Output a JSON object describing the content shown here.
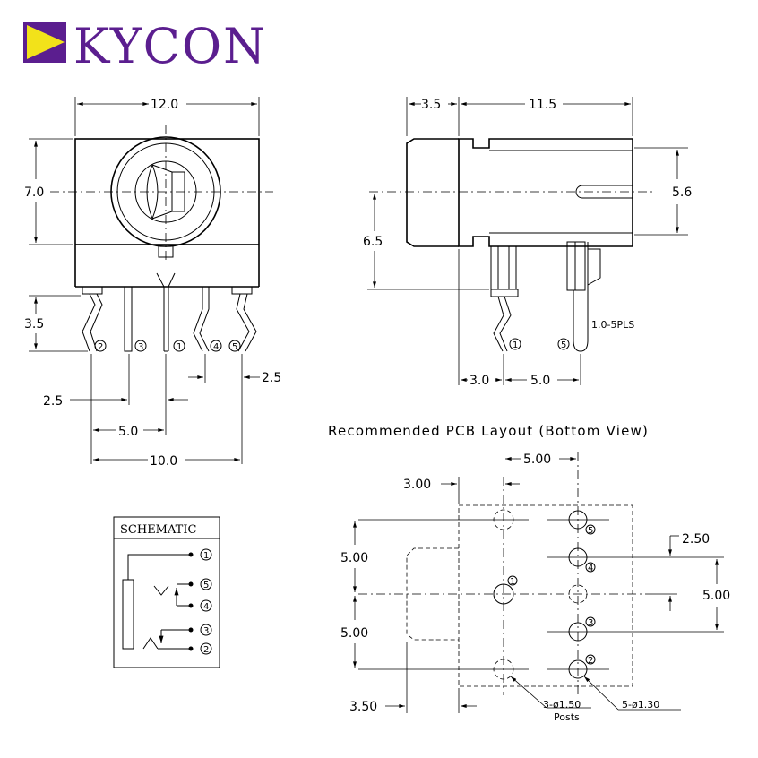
{
  "brand": {
    "name": "KYCON",
    "colors": {
      "purple": "#5b1e8f",
      "yellow": "#f2e21a"
    }
  },
  "front_view": {
    "width": "12.0",
    "height": "7.0",
    "leg_height": "3.5",
    "pitch_left": "2.5",
    "pitch_right": "2.5",
    "span_5": "5.0",
    "span_10": "10.0",
    "pins": [
      "2",
      "3",
      "1",
      "4",
      "5"
    ]
  },
  "side_view": {
    "front_length": "3.5",
    "body_length": "11.5",
    "bore": "5.6",
    "center_height": "6.5",
    "pin_offset": "3.0",
    "pin_spacing": "5.0",
    "pins": [
      "1",
      "5"
    ],
    "note": "1.0-5PLS"
  },
  "pcb": {
    "title": "Recommended PCB Layout (Bottom View)",
    "top_spacing": "5.00",
    "left_offset": "3.00",
    "right_pitch": "2.50",
    "right_span": "5.00",
    "left_upper": "5.00",
    "left_lower": "5.00",
    "bottom_offset": "3.50",
    "posts_callout": "3-ø1.50",
    "posts_label": "Posts",
    "holes_callout": "5-ø1.30",
    "hole_labels": [
      "5",
      "4",
      "1",
      "3",
      "2"
    ]
  },
  "schematic": {
    "title": "SCHEMATIC",
    "pins": [
      "1",
      "5",
      "4",
      "3",
      "2"
    ]
  }
}
